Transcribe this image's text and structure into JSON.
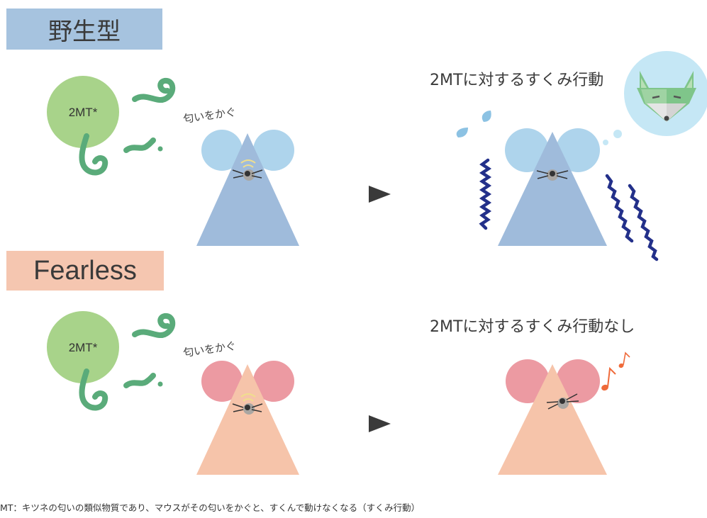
{
  "wild_type": {
    "banner": "野生型",
    "odor_label": "2MT*",
    "sniff_label": "匂いをかぐ",
    "result_heading": "2MTに対するすくみ行動",
    "mouse_color": "#9fbbdb",
    "ear_color": "#aed4ec"
  },
  "fearless": {
    "banner": "Fearless",
    "odor_label": "2MT*",
    "sniff_label": "匂いをかぐ",
    "result_heading": "2MTに対するすくみ行動なし",
    "mouse_color": "#f6c4aa",
    "ear_color": "#ec9aa2"
  },
  "colors": {
    "odor_blob": "#a8d38a",
    "odor_swirl": "#5aab7a",
    "fear_lines": "#23308a",
    "sweat": "#8cc2e3",
    "music_note": "#ef6a3a",
    "fox_thought": "#c5e7f5"
  },
  "icons": [
    "odor-swirl-icon",
    "arrow-right-icon",
    "sweat-drop-icon",
    "shiver-line-icon",
    "fox-icon",
    "music-note-icon"
  ],
  "footnote": "MT：キツネの匂いの類似物質であり、マウスがその匂いをかぐと、すくんで動けなくなる（すくみ行動）"
}
